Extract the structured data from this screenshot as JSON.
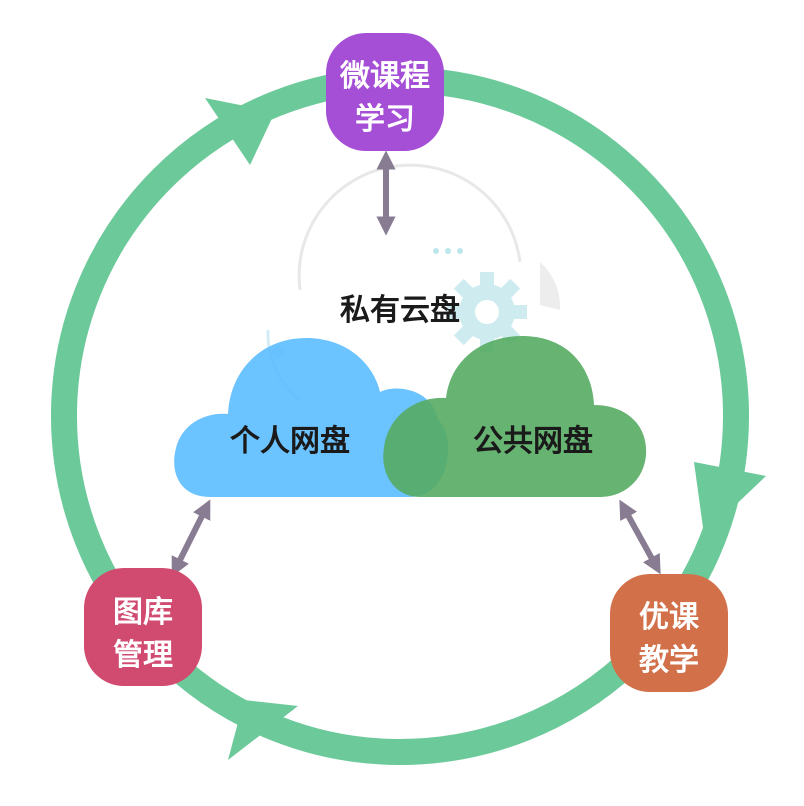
{
  "center_title": "私有云盘",
  "clouds": {
    "personal": {
      "label": "个人网盘",
      "color": "#5bbcff"
    },
    "public": {
      "label": "公共网盘",
      "color": "#5fb36c"
    }
  },
  "nodes": {
    "micro_course": {
      "line1": "微课程",
      "line2": "学习",
      "color": "#a54ed6"
    },
    "quality_teaching": {
      "line1": "优课",
      "line2": "教学",
      "color": "#d2704a"
    },
    "gallery": {
      "line1": "图库",
      "line2": "管理",
      "color": "#d14a6f"
    }
  },
  "colors": {
    "cycle_ring": "#6cc99a",
    "connector_arrow": "#887c92",
    "gear": "#c9ebee"
  },
  "icons": [
    "gear-icon",
    "chat-bubble-icon",
    "cycle-arrow-icon",
    "double-arrow-icon"
  ]
}
